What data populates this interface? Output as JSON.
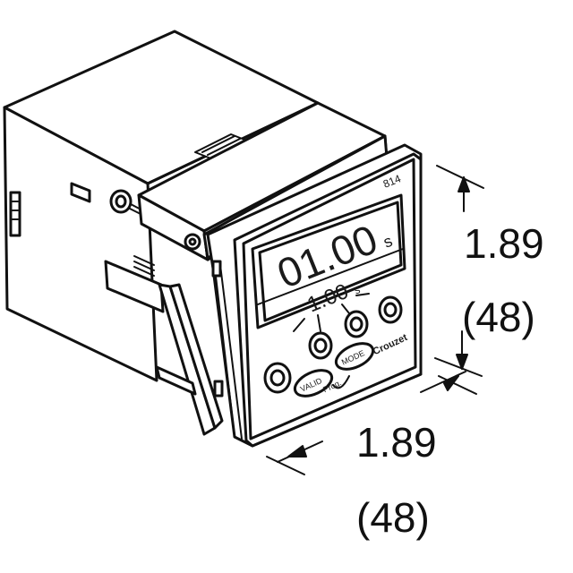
{
  "device": {
    "model_label": "814",
    "display_main": "01.00",
    "display_main_unit": "s",
    "display_sub": "1.00",
    "display_sub_unit": "s",
    "button_valid": "VALID",
    "button_mode": "MODE",
    "prog_label": "Prog.",
    "brand_logo": "Crouzet"
  },
  "dimensions": {
    "height_in": "1.89",
    "height_mm": "(48)",
    "width_in": "1.89",
    "width_mm": "(48)"
  }
}
